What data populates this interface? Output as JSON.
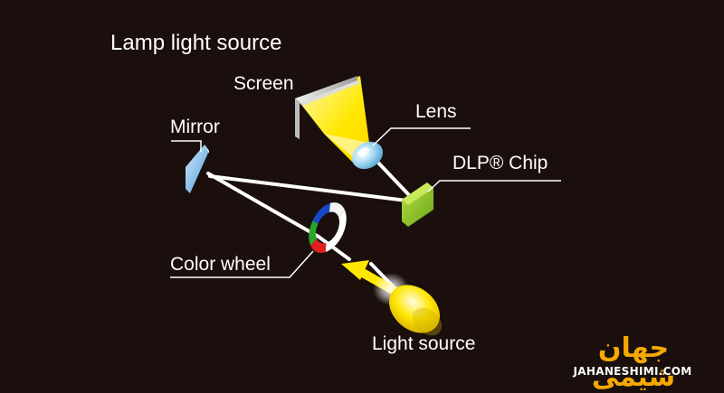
{
  "title": "Lamp light source",
  "labels": {
    "screen": "Screen",
    "lens": "Lens",
    "mirror": "Mirror",
    "dlp_chip": "DLP® Chip",
    "color_wheel": "Color wheel",
    "light_source": "Light source"
  },
  "watermark": {
    "arabic": "جهان شیمی",
    "latin": "JAHANESHIMI.COM"
  },
  "colors": {
    "background": "#1b0f0e",
    "beam": "#ffffff",
    "light_yellow": "#ffe800",
    "chip_green": "#8dc21f",
    "lens_blue": "#8fd0f0",
    "mirror_blue": "#6fb6e6",
    "brand_orange": "#f5a800"
  }
}
